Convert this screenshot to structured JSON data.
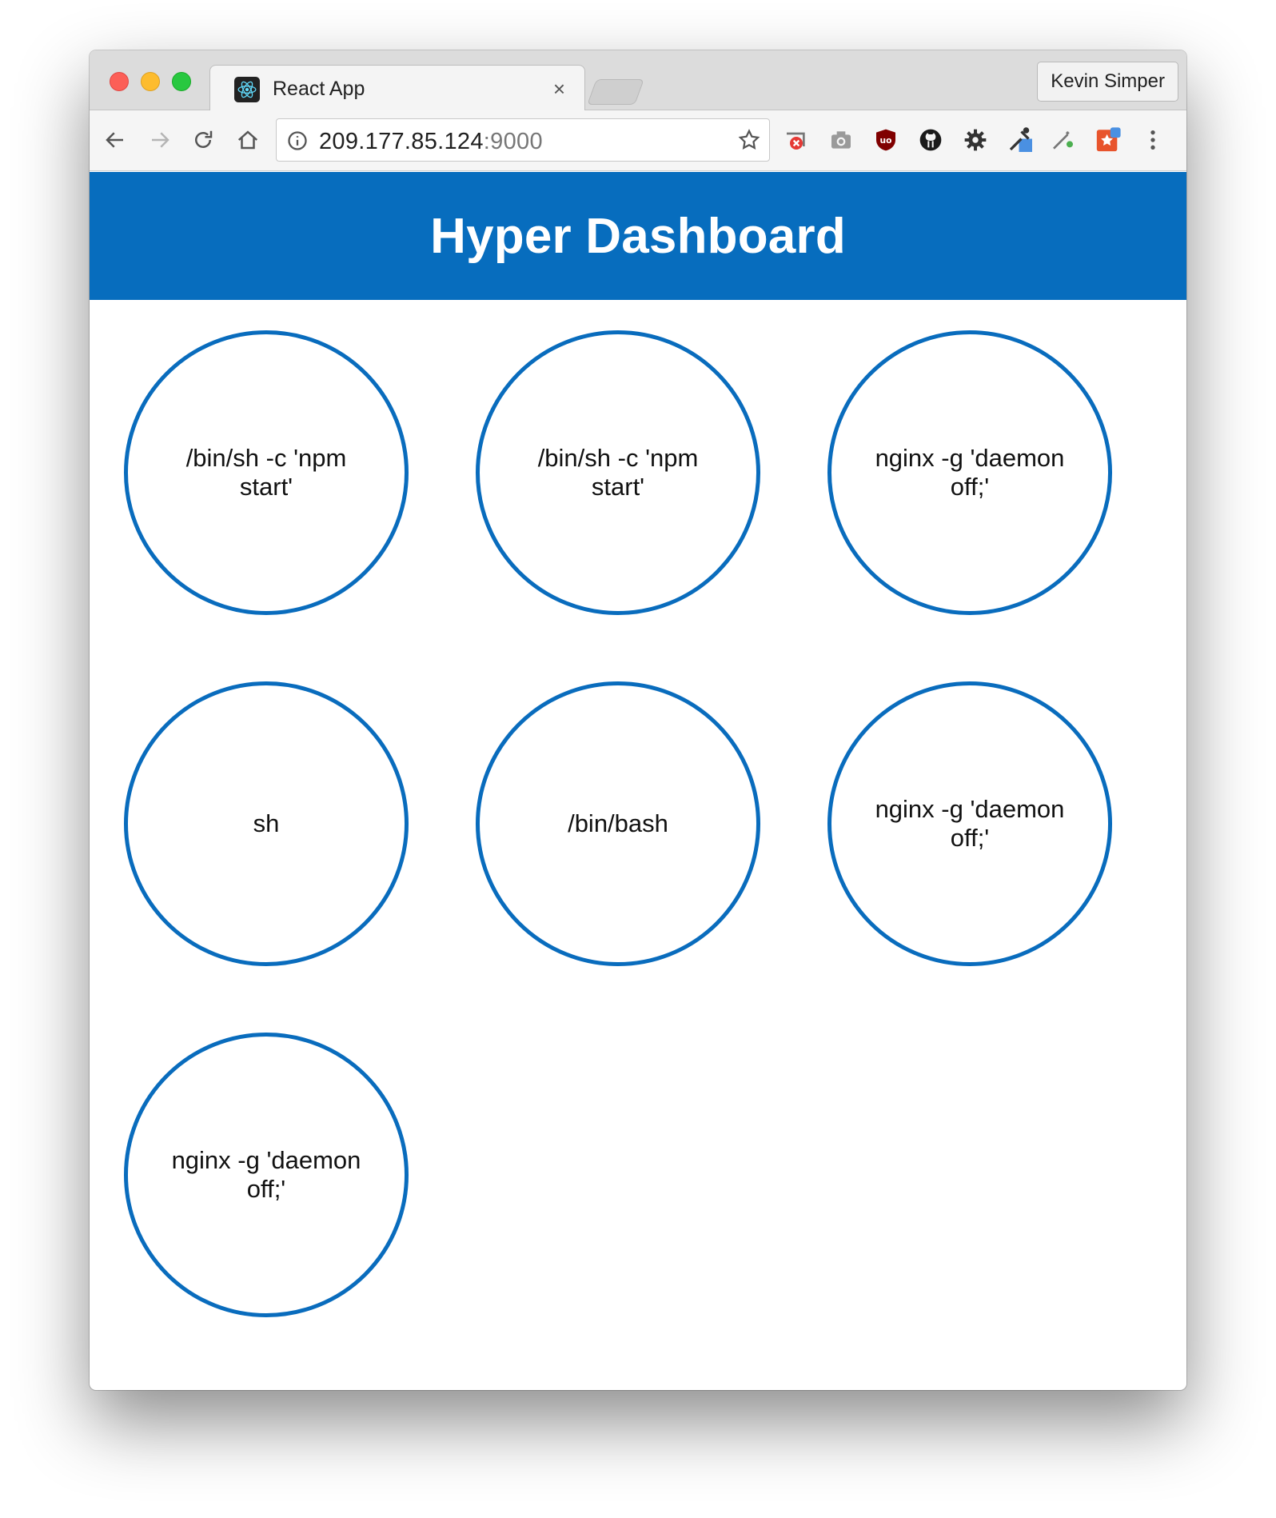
{
  "browser": {
    "tab": {
      "title": "React App",
      "favicon": "react-logo-icon",
      "close_symbol": "×"
    },
    "profile_name": "Kevin Simper",
    "address": {
      "host": "209.177.85.124",
      "port": ":9000"
    },
    "extensions": [
      "cast-blocked-icon",
      "camera-icon",
      "ublock-icon",
      "github-icon",
      "gear-icon",
      "eyedropper-icon",
      "wand-icon",
      "bookmark-star-icon",
      "kebab-menu-icon"
    ]
  },
  "page": {
    "title": "Hyper Dashboard",
    "accent_color": "#076dbe",
    "processes": [
      {
        "command": "/bin/sh -c 'npm start'"
      },
      {
        "command": "/bin/sh -c 'npm start'"
      },
      {
        "command": "nginx -g 'daemon off;'"
      },
      {
        "command": "sh"
      },
      {
        "command": "/bin/bash"
      },
      {
        "command": "nginx -g 'daemon off;'"
      },
      {
        "command": "nginx -g 'daemon off;'"
      }
    ]
  }
}
